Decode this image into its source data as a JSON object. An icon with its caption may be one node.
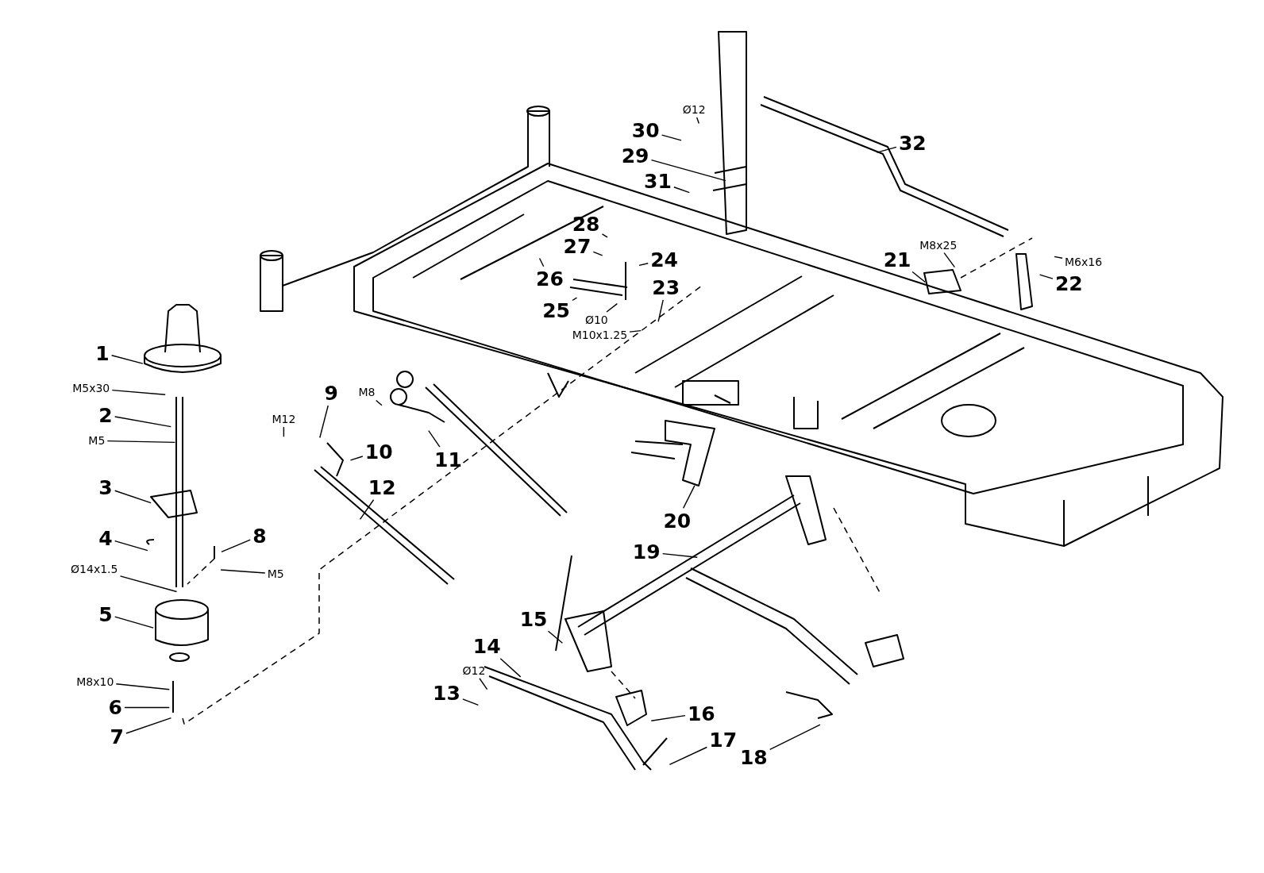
{
  "diagram": {
    "nodes": [
      {
        "text": [
          "1"
        ]
      },
      {
        "text": [
          "M5x30"
        ]
      },
      {
        "text": [
          "2"
        ]
      },
      {
        "text": [
          "M5"
        ]
      },
      {
        "text": [
          "3"
        ]
      },
      {
        "text": [
          "4"
        ]
      },
      {
        "text": [
          "8"
        ]
      },
      {
        "text": [
          "Ø14x1.5"
        ]
      },
      {
        "text": [
          "M5"
        ]
      },
      {
        "text": [
          "5"
        ]
      },
      {
        "text": [
          "M8x10"
        ]
      },
      {
        "text": [
          "6"
        ]
      },
      {
        "text": [
          "7"
        ]
      },
      {
        "text": [
          "9"
        ]
      },
      {
        "text": [
          "M8"
        ]
      },
      {
        "text": [
          "M12"
        ]
      },
      {
        "text": [
          "10"
        ]
      },
      {
        "text": [
          "11"
        ]
      },
      {
        "text": [
          "12"
        ]
      },
      {
        "text": [
          "13"
        ]
      },
      {
        "text": [
          "Ø12"
        ]
      },
      {
        "text": [
          "14"
        ]
      },
      {
        "text": [
          "15"
        ]
      },
      {
        "text": [
          "16"
        ]
      },
      {
        "text": [
          "17"
        ]
      },
      {
        "text": [
          "18"
        ]
      },
      {
        "text": [
          "19"
        ]
      },
      {
        "text": [
          "20"
        ]
      },
      {
        "text": [
          "21"
        ]
      },
      {
        "text": [
          "M8x25"
        ]
      },
      {
        "text": [
          "22"
        ]
      },
      {
        "text": [
          "M6x16"
        ]
      },
      {
        "text": [
          "23"
        ]
      },
      {
        "text": [
          "M10x1.25"
        ]
      },
      {
        "text": [
          "24"
        ]
      },
      {
        "text": [
          "25"
        ]
      },
      {
        "text": [
          "Ø10"
        ]
      },
      {
        "text": [
          "26"
        ]
      },
      {
        "text": [
          "27"
        ]
      },
      {
        "text": [
          "28"
        ]
      },
      {
        "text": [
          "29"
        ]
      },
      {
        "text": [
          "30"
        ]
      },
      {
        "text": [
          "Ø12"
        ]
      },
      {
        "text": [
          "31"
        ]
      },
      {
        "text": [
          "32"
        ]
      }
    ],
    "edges": [
      {
        "from": 0,
        "to": null,
        "arrow": "none"
      },
      {
        "from": 1,
        "to": null,
        "arrow": "none"
      },
      {
        "from": 2,
        "to": null,
        "arrow": "none"
      },
      {
        "from": 3,
        "to": null,
        "arrow": "none"
      },
      {
        "from": 4,
        "to": null,
        "arrow": "none"
      },
      {
        "from": 5,
        "to": null,
        "arrow": "none"
      },
      {
        "from": 6,
        "to": null,
        "arrow": "none"
      },
      {
        "from": 7,
        "to": null,
        "arrow": "none"
      },
      {
        "from": 8,
        "to": null,
        "arrow": "none"
      },
      {
        "from": 9,
        "to": null,
        "arrow": "none"
      },
      {
        "from": 10,
        "to": null,
        "arrow": "none"
      },
      {
        "from": 11,
        "to": null,
        "arrow": "none"
      },
      {
        "from": 12,
        "to": null,
        "arrow": "none"
      },
      {
        "from": 13,
        "to": null,
        "arrow": "none"
      },
      {
        "from": 14,
        "to": null,
        "arrow": "none"
      },
      {
        "from": 15,
        "to": null,
        "arrow": "none"
      },
      {
        "from": 16,
        "to": null,
        "arrow": "none"
      },
      {
        "from": 17,
        "to": null,
        "arrow": "none"
      },
      {
        "from": 18,
        "to": null,
        "arrow": "none"
      },
      {
        "from": 19,
        "to": null,
        "arrow": "none"
      },
      {
        "from": 20,
        "to": null,
        "arrow": "none"
      },
      {
        "from": 21,
        "to": null,
        "arrow": "none"
      },
      {
        "from": 22,
        "to": null,
        "arrow": "none"
      },
      {
        "from": 23,
        "to": null,
        "arrow": "none"
      },
      {
        "from": 24,
        "to": null,
        "arrow": "none"
      },
      {
        "from": 25,
        "to": null,
        "arrow": "none"
      },
      {
        "from": 26,
        "to": null,
        "arrow": "none"
      },
      {
        "from": 27,
        "to": null,
        "arrow": "none"
      },
      {
        "from": 28,
        "to": null,
        "arrow": "none"
      },
      {
        "from": 29,
        "to": null,
        "arrow": "none"
      },
      {
        "from": 30,
        "to": null,
        "arrow": "none"
      },
      {
        "from": 31,
        "to": null,
        "arrow": "none"
      },
      {
        "from": 32,
        "to": null,
        "arrow": "none"
      },
      {
        "from": 33,
        "to": null,
        "arrow": "none"
      },
      {
        "from": 34,
        "to": null,
        "arrow": "none"
      },
      {
        "from": 35,
        "to": null,
        "arrow": "none"
      },
      {
        "from": 36,
        "to": null,
        "arrow": "none"
      },
      {
        "from": 37,
        "to": null,
        "arrow": "none"
      },
      {
        "from": 38,
        "to": null,
        "arrow": "none"
      },
      {
        "from": 39,
        "to": null,
        "arrow": "none"
      },
      {
        "from": 40,
        "to": null,
        "arrow": "none"
      },
      {
        "from": 41,
        "to": null,
        "arrow": "none"
      },
      {
        "from": 42,
        "to": null,
        "arrow": "none"
      },
      {
        "from": 43,
        "to": null,
        "arrow": "none"
      },
      {
        "from": 44,
        "to": null,
        "arrow": "none"
      }
    ]
  }
}
